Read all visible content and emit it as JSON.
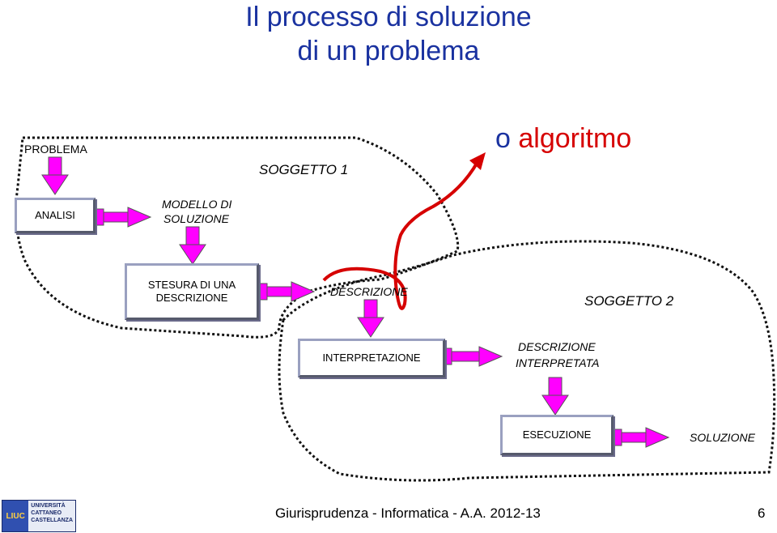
{
  "title": {
    "line1": "Il processo di soluzione",
    "line2": "di un problema"
  },
  "labels": {
    "problema": "PROBLEMA",
    "modello": "MODELLO DI",
    "soluzione_model": "SOLUZIONE",
    "descrizione": "DESCRIZIONE",
    "descrizione_interpretata_1": "DESCRIZIONE",
    "descrizione_interpretata_2": "INTERPRETATA",
    "soluzione_final": "SOLUZIONE"
  },
  "boxes": {
    "analisi": "ANALISI",
    "stesura_1": "STESURA DI UNA",
    "stesura_2": "DESCRIZIONE",
    "interpretazione": "INTERPRETAZIONE",
    "esecuzione": "ESECUZIONE"
  },
  "subjects": {
    "soggetto1": "SOGGETTO 1",
    "soggetto2": "SOGGETTO 2"
  },
  "algoritmo": {
    "prefix": "o",
    "word": "algoritmo"
  },
  "footer": {
    "text": "Giurisprudenza - Informatica - A.A. 2012-13",
    "page": "6"
  },
  "logo": {
    "line1": "UNIVERSITÀ",
    "line2": "CATTANEO",
    "line3": "CASTELLANZA",
    "mark": "LIUC"
  },
  "colors": {
    "arrow_fill": "#ff00ff",
    "title": "#1a32a0",
    "highlight": "#d60000"
  }
}
